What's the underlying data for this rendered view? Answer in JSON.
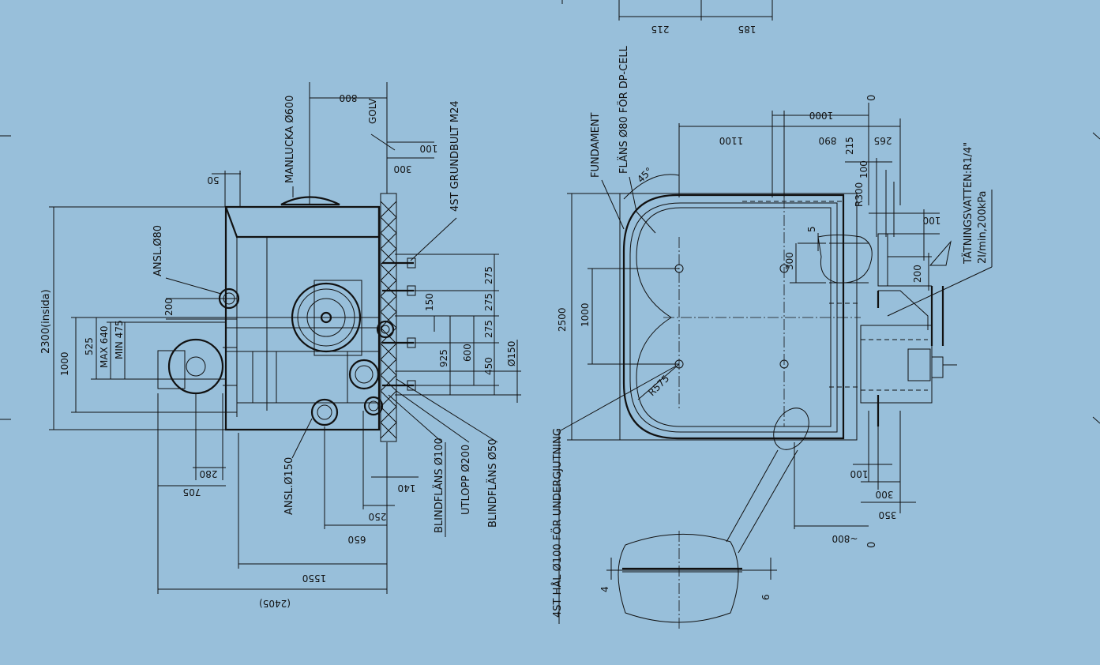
{
  "colors": {
    "background": "#98bfda",
    "line": "#111111"
  },
  "labels": {
    "manlucka": "MANLUCKA Ø600",
    "golv": "GOLV",
    "grundbult": "4ST GRUNDBULT M24",
    "ansl80": "ANSL.Ø80",
    "insida": "2300(insida)",
    "max640": "MAX 640",
    "min475": "MIN 475",
    "ansl150": "ANSL.Ø150",
    "blind100": "BLINDFLÄNS Ø100",
    "utlopp200": "UTLOPP Ø200",
    "blind50": "BLINDFLÄNS Ø50",
    "fundament": "FUNDAMENT",
    "flans80": "FLÄNS Ø80 FÖR DP-CELL",
    "tatning1": "TÄTNINGSVATTEN:R1/4\"",
    "tatning2": "2l/min,200kPa",
    "hal100": "4ST HÅL Ø100 FÖR UNDERGJUTNING",
    "r575": "R575",
    "r300": "R300",
    "deg45": "45°",
    "zero": "0"
  },
  "dims": {
    "d800": "800",
    "d50": "50",
    "d100": "100",
    "d300": "300",
    "d200": "200",
    "d525": "525",
    "d1000": "1000",
    "d275a": "275",
    "d275b": "275",
    "d275c": "275",
    "d150": "150",
    "d925": "925",
    "d600": "600",
    "d450": "450",
    "dia150": "Ø150",
    "d280": "280",
    "d705": "705",
    "d250": "250",
    "d140": "140",
    "d650": "650",
    "d1550": "1550",
    "d2405": "(2405)",
    "r215": "215",
    "r185": "185",
    "r1000": "1000",
    "r1100": "1100",
    "r890": "890",
    "r265": "265",
    "r215b": "215",
    "r100": "100",
    "r100b": "100",
    "r5": "5",
    "r300": "300",
    "r200": "200",
    "r2500": "2500",
    "r1000v": "1000",
    "r100c": "100",
    "r300b": "300",
    "r350": "350",
    "r800": "~800",
    "r4": "4",
    "r6": "6"
  }
}
